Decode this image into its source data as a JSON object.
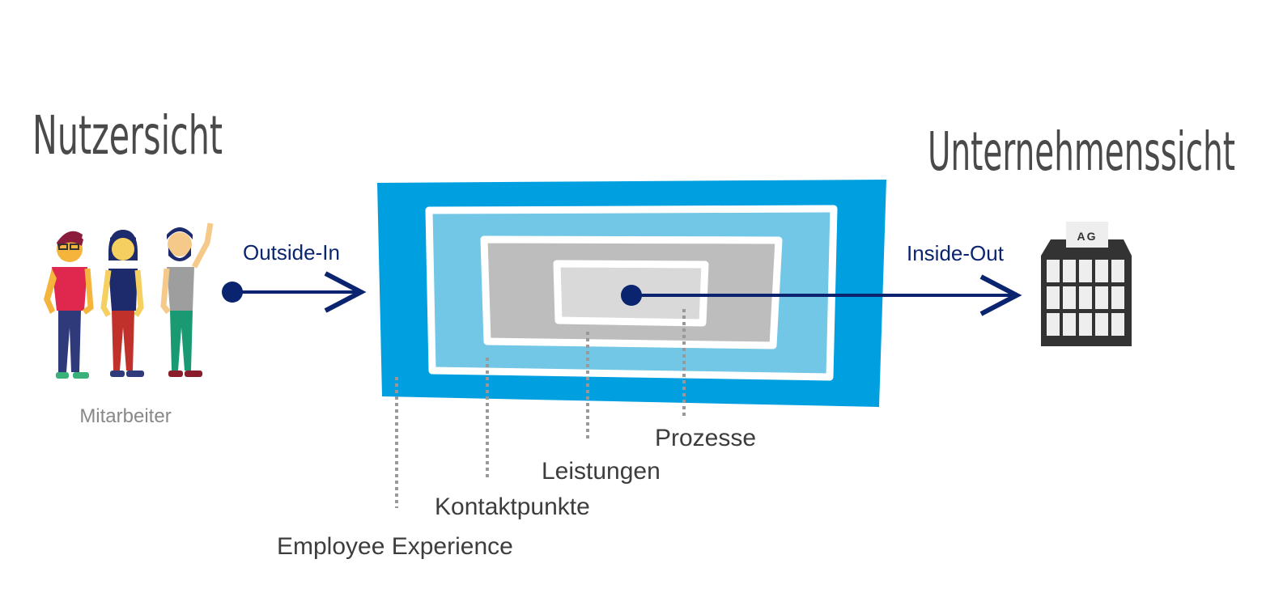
{
  "titles": {
    "left": "Nutzersicht",
    "right": "Unternehmenssicht"
  },
  "people": {
    "caption": "Mitarbeiter"
  },
  "arrows": {
    "outside_in": "Outside-In",
    "inside_out": "Inside-Out"
  },
  "building": {
    "sign": "AG"
  },
  "layers": {
    "prozesse": "Prozesse",
    "leistungen": "Leistungen",
    "kontaktpunkte": "Kontaktpunkte",
    "employee_experience": "Employee Experience"
  },
  "colors": {
    "outer_blue": "#009fdf",
    "inner_blue": "#72c6e6",
    "gray": "#bdbdbd",
    "light_gray": "#d9d9d9",
    "navy": "#0b2470",
    "text_dark": "#3d3d3d",
    "text_gray": "#888888",
    "title_gray": "#4a4a4a",
    "building": "#333333"
  }
}
